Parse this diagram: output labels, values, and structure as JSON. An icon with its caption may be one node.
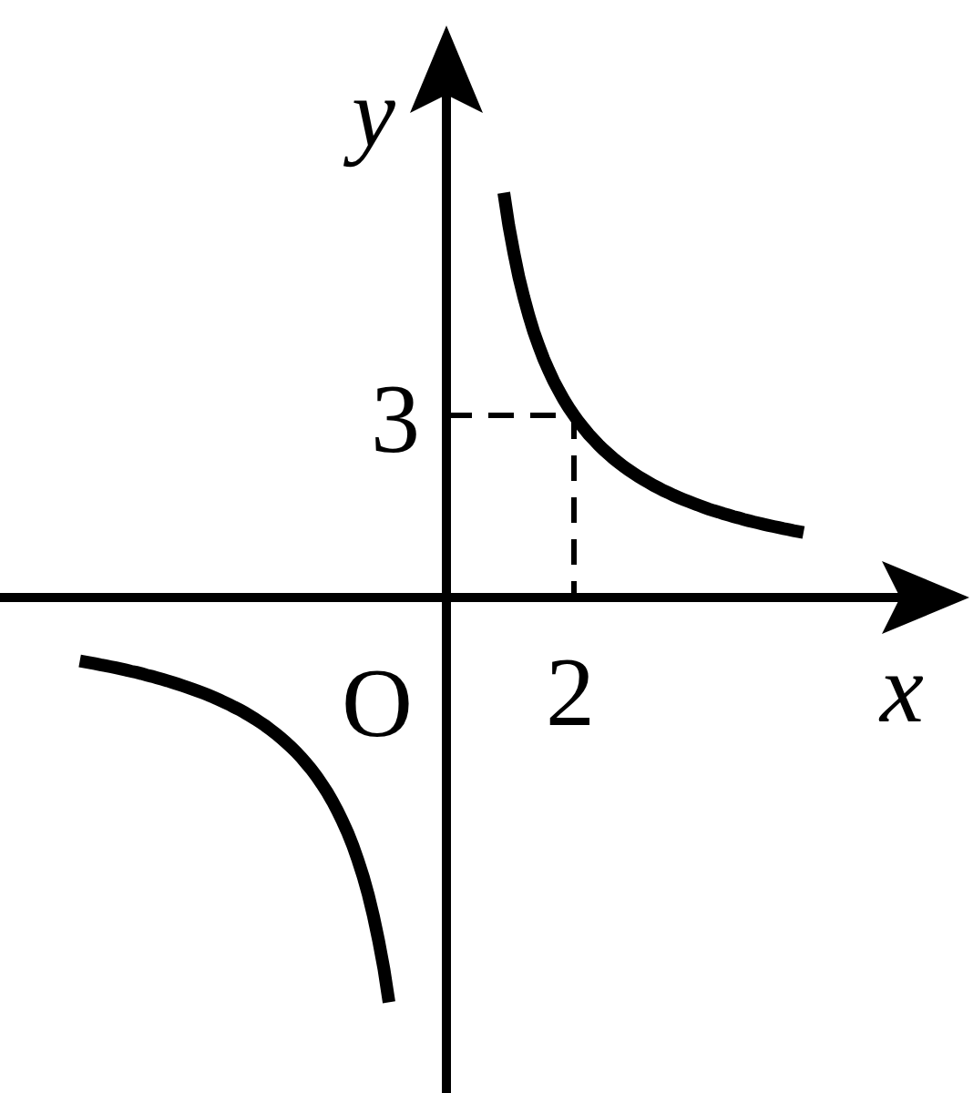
{
  "diagram": {
    "labels": [
      "y",
      "3",
      "O",
      "2",
      "x"
    ]
  }
}
